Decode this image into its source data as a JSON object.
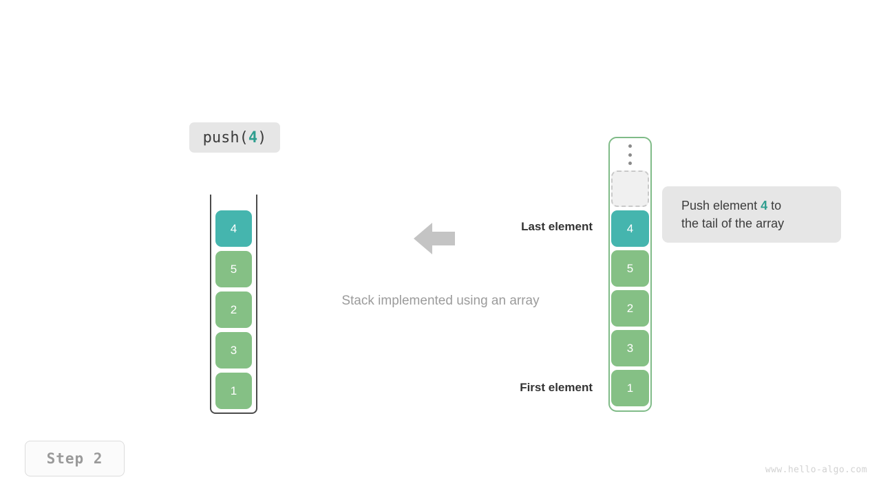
{
  "operation": {
    "prefix": "push(",
    "argument": "4",
    "suffix": ")"
  },
  "stack": {
    "caption": "Stack implemented using an array",
    "cells": [
      {
        "value": "4",
        "color": "teal"
      },
      {
        "value": "5",
        "color": "green"
      },
      {
        "value": "2",
        "color": "green"
      },
      {
        "value": "3",
        "color": "green"
      },
      {
        "value": "1",
        "color": "green"
      }
    ]
  },
  "annotations": {
    "last_element": "Last element",
    "first_element": "First element",
    "arrow_color": "#c4c4c4"
  },
  "array": {
    "placeholder": "",
    "cells": [
      {
        "value": "4",
        "color": "teal"
      },
      {
        "value": "5",
        "color": "green"
      },
      {
        "value": "2",
        "color": "green"
      },
      {
        "value": "3",
        "color": "green"
      },
      {
        "value": "1",
        "color": "green"
      }
    ]
  },
  "tooltip": {
    "line1_before": "Push element ",
    "argument": "4",
    "line1_after": " to",
    "line2": "the tail of the array"
  },
  "step": {
    "label": "Step 2"
  },
  "watermark": "www.hello-algo.com",
  "colors": {
    "teal": "#45b5ae",
    "green": "#85c085",
    "badge_bg": "#e6e6e6",
    "array_border": "#7fbb87",
    "stack_border": "#4a4a4a",
    "caption_text": "#9b9b9b"
  }
}
